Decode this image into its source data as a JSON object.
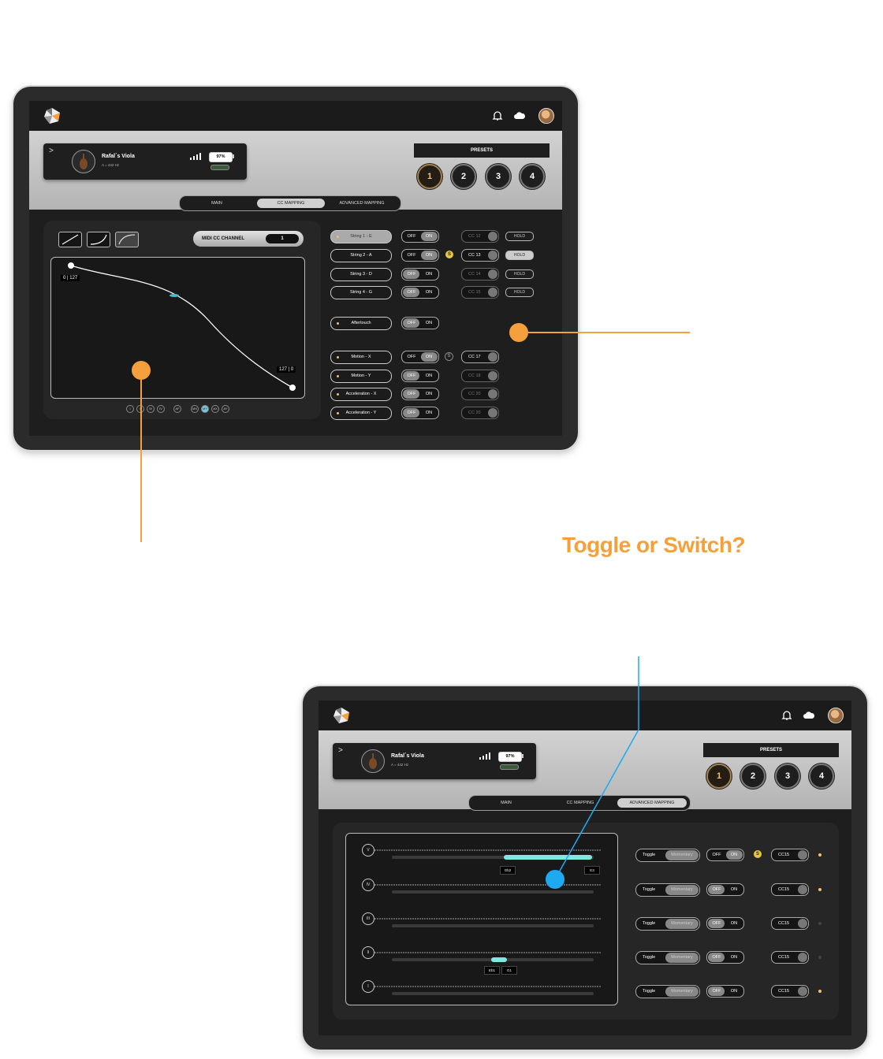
{
  "colors": {
    "accent": "#f5a03c",
    "blue": "#1eaaf1",
    "teal": "#7fe8e0"
  },
  "annotation": {
    "title": "Toggle or Switch?"
  },
  "tablet1": {
    "instrument": {
      "name": "Rafal´s Viola",
      "tuning": "A = 442 Hz",
      "battery": "97%"
    },
    "presets": {
      "label": "PRESETS",
      "buttons": [
        "1",
        "2",
        "3",
        "4"
      ]
    },
    "tabs": [
      "MAIN",
      "CC MAPPING",
      "ADVANCED MAPPING"
    ],
    "midi": {
      "label": "MIDI CC CHANNEL",
      "value": "1"
    },
    "graph": {
      "start_label": "0 | 127",
      "end_label": "127 | 0"
    },
    "small_buttons": [
      "I",
      "II",
      "III",
      "IV",
      "AF",
      "MX",
      "MY",
      "AX",
      "AY"
    ],
    "rows": [
      {
        "label": "String 1 - E",
        "off": "OFF",
        "on": "ON",
        "cc": "CC 12",
        "hold": "HOLD"
      },
      {
        "label": "String 2 - A",
        "off": "OFF",
        "on": "ON",
        "cc": "CC 13",
        "hold": "HOLD",
        "badge": "S"
      },
      {
        "label": "String 3 - D",
        "off": "OFF",
        "on": "ON",
        "cc": "CC 14",
        "hold": "HOLD"
      },
      {
        "label": "String 4 - G",
        "off": "OFF",
        "on": "ON",
        "cc": "CC 15",
        "hold": "HOLD"
      },
      {
        "label": "Aftertouch",
        "off": "OFF",
        "on": "ON"
      },
      {
        "label": "Motion - X",
        "off": "OFF",
        "on": "ON",
        "cc": "CC 17",
        "badge": "S"
      },
      {
        "label": "Motion - Y",
        "off": "OFF",
        "on": "ON",
        "cc": "CC 18"
      },
      {
        "label": "Acceleration - X",
        "off": "OFF",
        "on": "ON",
        "cc": "CC 20"
      },
      {
        "label": "Acceleration - Y",
        "off": "OFF",
        "on": "ON",
        "cc": "CC 20"
      }
    ]
  },
  "tablet2": {
    "instrument": {
      "name": "Rafal´s Viola",
      "tuning": "A = 442 Hz",
      "battery": "97%"
    },
    "presets": {
      "label": "PRESETS",
      "buttons": [
        "1",
        "2",
        "3",
        "4"
      ]
    },
    "tabs": [
      "MAIN",
      "CC MAPPING",
      "ADVANCED MAPPING"
    ],
    "strings": [
      "V",
      "IV",
      "III",
      "II",
      "I"
    ],
    "notes": [
      "Gb2",
      "E3",
      "Eb1",
      "G1"
    ],
    "rows": [
      {
        "mode_a": "Toggle",
        "mode_b": "Momentary",
        "off": "OFF",
        "on": "ON",
        "cc": "CC15",
        "badge": "S"
      },
      {
        "mode_a": "Toggle",
        "mode_b": "Momentary",
        "off": "OFF",
        "on": "ON",
        "cc": "CC15"
      },
      {
        "mode_a": "Toggle",
        "mode_b": "Momentary",
        "off": "OFF",
        "on": "ON",
        "cc": "CC15"
      },
      {
        "mode_a": "Toggle",
        "mode_b": "Momentary",
        "off": "OFF",
        "on": "ON",
        "cc": "CC15"
      },
      {
        "mode_a": "Toggle",
        "mode_b": "Momentary",
        "off": "OFF",
        "on": "ON",
        "cc": "CC15"
      }
    ]
  }
}
